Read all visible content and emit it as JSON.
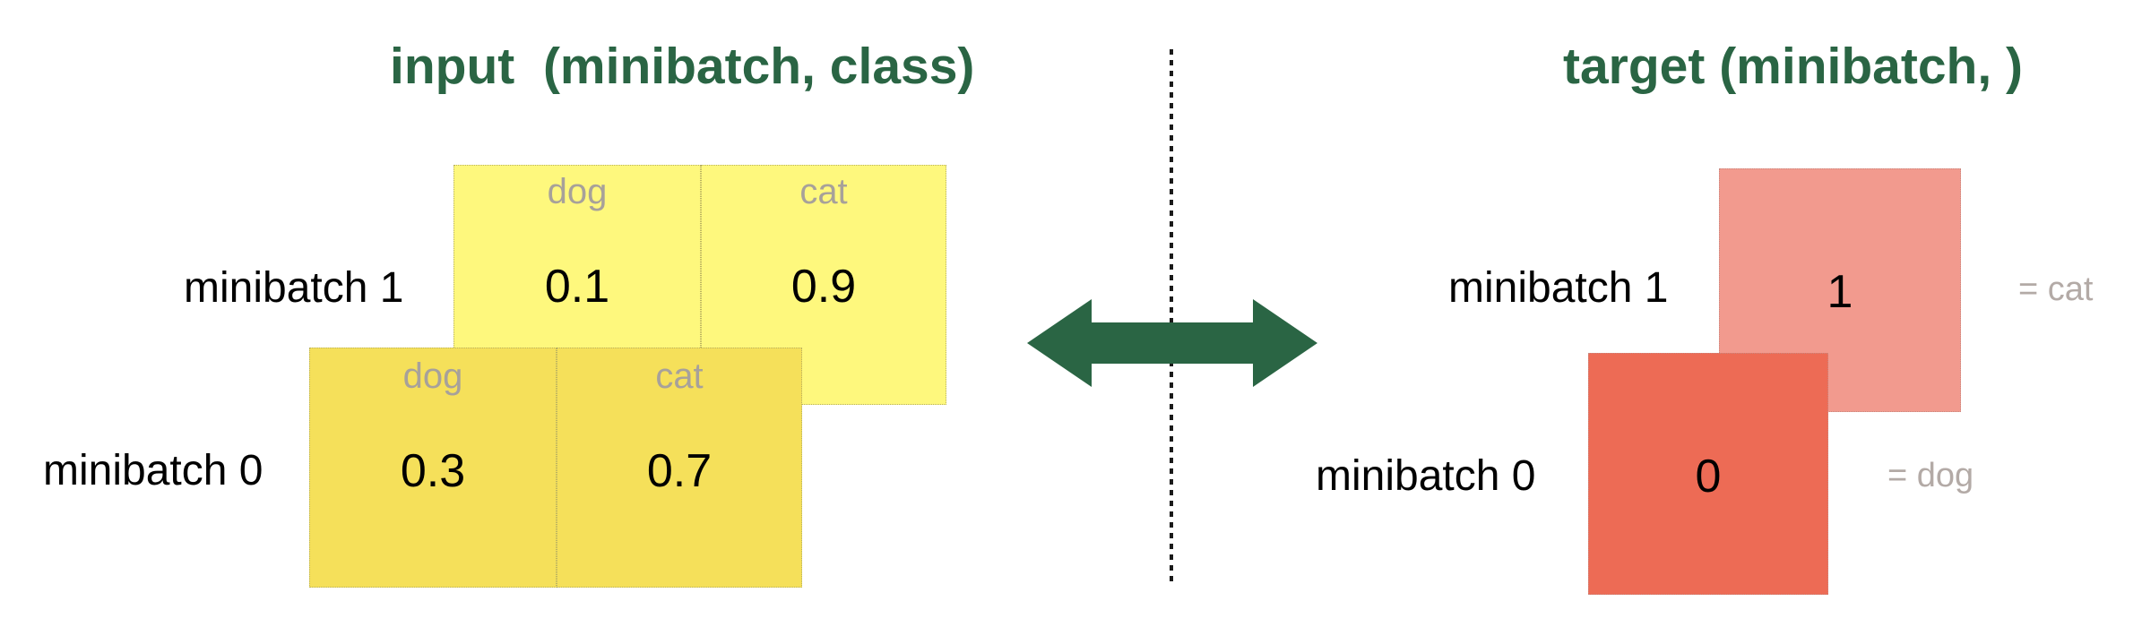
{
  "input": {
    "title": "input  (minibatch, class)",
    "colors": {
      "front": "#f5e05a",
      "back": "#fef87d"
    },
    "rows": [
      {
        "label": "minibatch 1",
        "cells": [
          {
            "header": "dog",
            "value": "0.1"
          },
          {
            "header": "cat",
            "value": "0.9"
          }
        ]
      },
      {
        "label": "minibatch 0",
        "cells": [
          {
            "header": "dog",
            "value": "0.3"
          },
          {
            "header": "cat",
            "value": "0.7"
          }
        ]
      }
    ]
  },
  "arrow": {
    "color": "#2a6544",
    "icon": "double-headed-arrow-icon"
  },
  "target": {
    "title": "target (minibatch, )",
    "colors": {
      "front": "#ed6b55",
      "back": "#f29a8e"
    },
    "rows": [
      {
        "label": "minibatch 1",
        "value": "1",
        "note": "= cat"
      },
      {
        "label": "minibatch 0",
        "value": "0",
        "note": "= dog"
      }
    ]
  }
}
